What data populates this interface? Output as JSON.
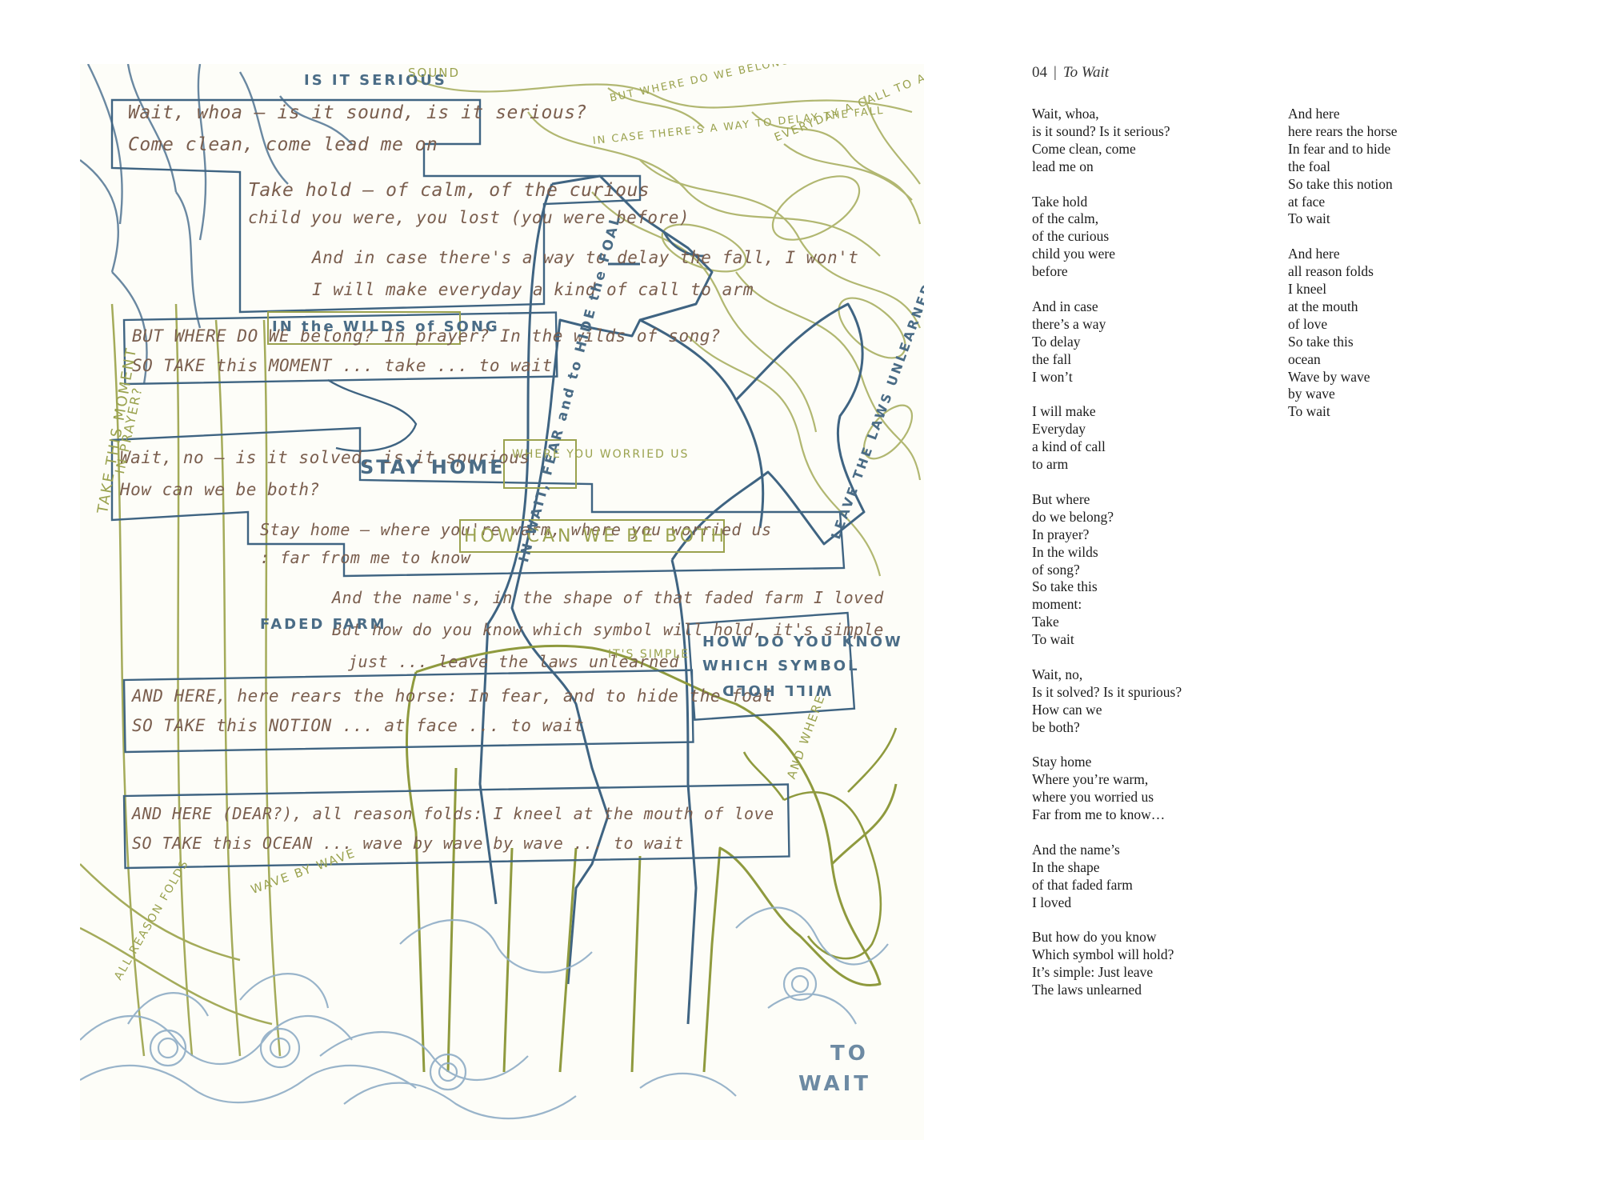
{
  "heading": {
    "number": "04",
    "separator": "|",
    "title": "To Wait"
  },
  "poem": {
    "column1": [
      [
        "Wait, whoa,",
        "is it sound? Is it serious?",
        "Come clean, come",
        "lead me on"
      ],
      [
        "Take hold",
        "of the calm,",
        "of the curious",
        "child you were",
        "before"
      ],
      [
        "And in case",
        "there’s a way",
        "To delay",
        "the fall",
        "I won’t"
      ],
      [
        "I will make",
        "Everyday",
        "a kind of call",
        "to arm"
      ],
      [
        "But where",
        "do we belong?",
        "In prayer?",
        "In the wilds",
        "of song?",
        "So take this",
        "moment:",
        "Take",
        "To wait"
      ],
      [
        "Wait, no,",
        "Is it solved? Is it spurious?",
        "How can we",
        "be both?"
      ],
      [
        "Stay home",
        "Where you’re warm,",
        "where you worried us",
        "Far from me to know…"
      ],
      [
        "And the name’s",
        "In the shape",
        "of that faded farm",
        "I loved"
      ],
      [
        "But how do you know",
        "Which symbol will hold?",
        "It’s simple: Just leave",
        "The laws unlearned"
      ]
    ],
    "column2": [
      [
        "And here",
        "here rears the horse",
        "In fear and to hide",
        "the foal",
        "So take this notion",
        "at face",
        "To wait"
      ],
      [
        "And here",
        "all reason folds",
        "I kneel",
        "at the mouth",
        "of love",
        "So take this",
        "ocean",
        "Wave by wave",
        "by wave",
        "To wait"
      ]
    ]
  },
  "artwork": {
    "handwritten": [
      "Wait, whoa — is it sound, is it serious?",
      "Come clean, come lead me on",
      "Take hold — of calm, of the curious",
      "child you were, you lost (you were before)",
      "And in case there's a way to delay the fall, I won't",
      "I will make everyday a kind of call to arm",
      "BUT WHERE DO WE belong? In prayer? In the wilds of song?",
      "SO TAKE this MOMENT ... take ... to wait",
      "Wait, no — is it solved, is it spurious",
      "How can we be both?",
      "Stay home — where you're warm, where you worried us",
      ": far from me to know",
      "And the name's, in the shape of that faded farm I loved",
      "But how do you know which symbol will hold, it's simple",
      "just ... leave the laws unlearned",
      "AND HERE, here rears the horse: In fear, and to hide the foal",
      "SO TAKE this NOTION ... at face ... to wait",
      "AND HERE (DEAR?), all reason folds: I kneel at the mouth of love",
      "SO TAKE this OCEAN ... wave by wave by wave ... to wait"
    ],
    "labels": {
      "stay_home": "STAY HOME",
      "how_can_we_be_both": "HOW CAN WE BE BOTH",
      "wilds_of_song": "IN the WILDS of SONG",
      "faded_farm": "FADED FARM",
      "how_do_you_know": "HOW DO YOU KNOW",
      "which_symbol": "WHICH SYMBOL",
      "will_hold_mirrored": "WILL HOLD",
      "to_wait": "TO",
      "to_wait_2": "WAIT",
      "in_wait_fear_foal": "IN WAIT, FEAR and to HIDE the FOAL",
      "leave_laws": "LEAVE THE LAWS UNLEARNED",
      "take_this_moment": "TAKE THIS MOMENT",
      "in_prayer": "IN PRAYER?",
      "wave_by_wave": "WAVE BY WAVE",
      "where_you_worried": "WHERE YOU WORRIED US",
      "it_is_serious": "IS IT SERIOUS",
      "sound": "SOUND",
      "but_where": "BUT WHERE DO WE BELONG",
      "everyday": "EVERYDAY A CALL TO ARMS",
      "in_case": "IN CASE THERE'S A WAY TO DELAY THE FALL",
      "all_reason_folds": "ALL REASON FOLDS",
      "its_simple": "IT'S SIMPLE",
      "and_where": "AND WHERE"
    }
  },
  "colors": {
    "blue_pencil": "#4a6c86",
    "olive_pencil": "#9aa24e",
    "brown_ink": "#7a5e4e",
    "light_blue": "#a9c1d6"
  }
}
